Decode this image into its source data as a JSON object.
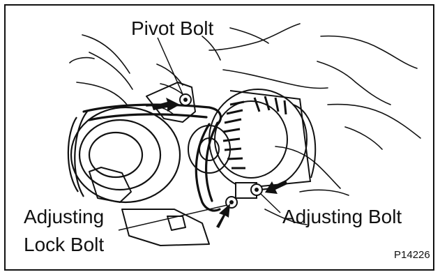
{
  "labels": {
    "pivot_bolt": "Pivot Bolt",
    "adjusting_bolt": "Adjusting Bolt",
    "adjusting_lock_bolt_line1": "Adjusting",
    "adjusting_lock_bolt_line2": "Lock Bolt",
    "figure_code": "P14226"
  },
  "colors": {
    "ink": "#111111",
    "paper": "#ffffff"
  },
  "icons": {
    "arrow": "solid-black-arrow",
    "component": "alternator",
    "belt": "drive-belt",
    "pulley": "crankshaft-pulley"
  }
}
